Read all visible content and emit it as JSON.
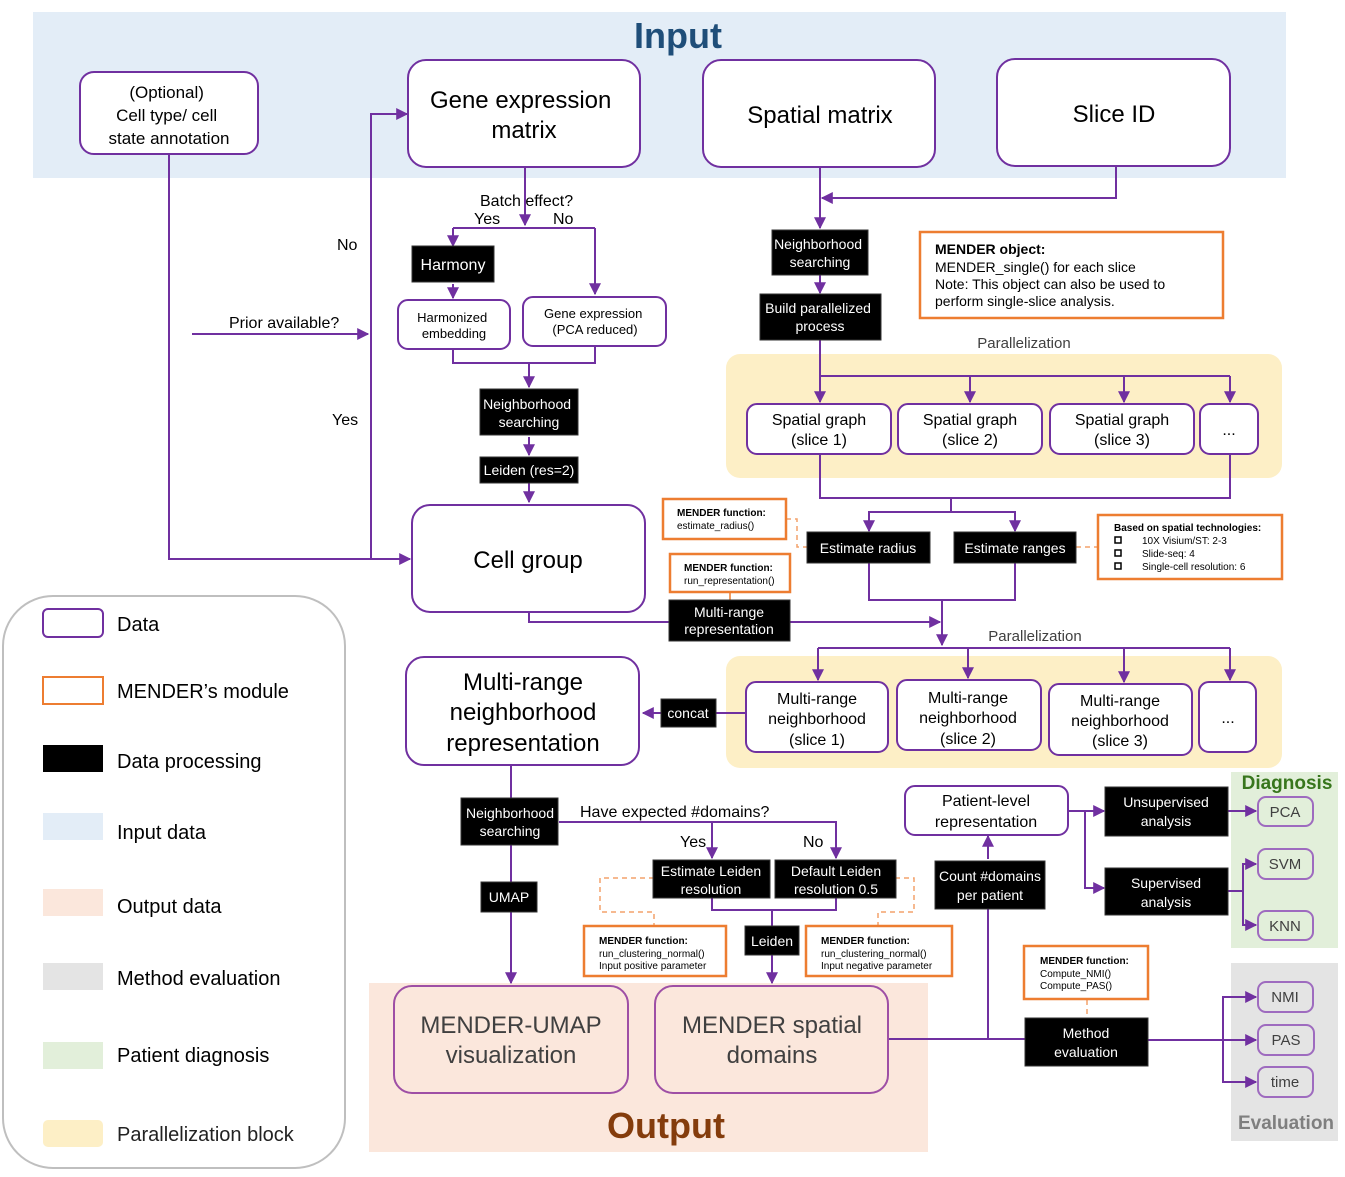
{
  "regions": {
    "input": {
      "title": "Input",
      "color": "#e3edf7",
      "title_color": "#1f4e79"
    },
    "output": {
      "title": "Output",
      "color": "#fbe7dc",
      "title_color": "#843c0c"
    },
    "diagnosis": {
      "title": "Diagnosis",
      "color": "#e2efda",
      "title_color": "#38761d"
    },
    "evaluation": {
      "title": "Evaluation",
      "color": "#e4e4e4",
      "title_color": "#7f7f7f"
    },
    "parallel_1": {
      "label": "Parallelization",
      "color": "#fdefc6"
    },
    "parallel_2": {
      "label": "Parallelization",
      "color": "#fdefc6"
    }
  },
  "inputs": {
    "annotation": [
      "(Optional)",
      "Cell type/ cell",
      "state annotation"
    ],
    "gene_expression": [
      "Gene expression",
      "matrix"
    ],
    "spatial_matrix": "Spatial matrix",
    "slice_id": "Slice ID"
  },
  "decisions": {
    "prior_available": "Prior available?",
    "prior_no": "No",
    "prior_yes": "Yes",
    "batch_effect": "Batch effect?",
    "batch_yes": "Yes",
    "batch_no": "No",
    "expected_domains": "Have expected #domains?",
    "domains_yes": "Yes",
    "domains_no": "No"
  },
  "nodes": {
    "harmony": "Harmony",
    "harmonized_embedding": [
      "Harmonized",
      "embedding"
    ],
    "gene_expression_pca": [
      "Gene expression",
      "(PCA reduced)"
    ],
    "neighborhood_searching_1": [
      "Neighborhood",
      "searching"
    ],
    "leiden_res2": "Leiden (res=2)",
    "cell_group": "Cell group",
    "neighborhood_searching_2": [
      "Neighborhood",
      "searching"
    ],
    "build_parallelized": [
      "Build parallelized",
      "process"
    ],
    "spatial_graphs": [
      [
        "Spatial graph",
        "(slice 1)"
      ],
      [
        "Spatial graph",
        "(slice 2)"
      ],
      [
        "Spatial graph",
        "(slice 3)"
      ],
      [
        "..."
      ]
    ],
    "estimate_radius": "Estimate radius",
    "estimate_ranges": "Estimate ranges",
    "multi_range_representation": [
      "Multi-range",
      "representation"
    ],
    "multi_range_slices": [
      [
        "Multi-range",
        "neighborhood",
        "(slice 1)"
      ],
      [
        "Multi-range",
        "neighborhood",
        "(slice 2)"
      ],
      [
        "Multi-range",
        "neighborhood",
        "(slice 3)"
      ],
      [
        "..."
      ]
    ],
    "concat": "concat",
    "multi_range_nbhd_rep": [
      "Multi-range",
      "neighborhood",
      "representation"
    ],
    "neighborhood_searching_3": [
      "Neighborhood",
      "searching"
    ],
    "umap": "UMAP",
    "estimate_leiden": [
      "Estimate  Leiden",
      "resolution"
    ],
    "default_leiden": [
      "Default  Leiden",
      "resolution 0.5"
    ],
    "leiden": "Leiden",
    "mender_umap": [
      "MENDER-UMAP",
      "visualization"
    ],
    "mender_domains": [
      "MENDER spatial",
      "domains"
    ],
    "patient_level": [
      "Patient-level",
      "representation"
    ],
    "count_domains": [
      "Count #domains",
      "per patient"
    ],
    "unsupervised": [
      "Unsupervised",
      "analysis"
    ],
    "supervised": [
      "Supervised",
      "analysis"
    ],
    "method_evaluation": [
      "Method",
      "evaluation"
    ],
    "pca": "PCA",
    "svm": "SVM",
    "knn": "KNN",
    "nmi": "NMI",
    "pas": "PAS",
    "time": "time"
  },
  "modules": {
    "mender_object": {
      "title": "MENDER object:",
      "lines": [
        "MENDER_single() for each slice",
        "Note: This object can also be used to",
        "perform single-slice analysis."
      ]
    },
    "estimate_radius_fn": {
      "title": "MENDER function:",
      "lines": [
        "estimate_radius()"
      ]
    },
    "run_representation_fn": {
      "title": "MENDER function:",
      "lines": [
        "run_representation()"
      ]
    },
    "spatial_tech": {
      "title": "Based on spatial technologies:",
      "items": [
        "10X Visium/ST: 2-3",
        "Slide-seq: 4",
        "Single-cell resolution: 6"
      ]
    },
    "clustering_positive": {
      "title": "MENDER function:",
      "lines": [
        "run_clustering_normal()",
        "Input positive parameter"
      ]
    },
    "clustering_negative": {
      "title": "MENDER function:",
      "lines": [
        "run_clustering_normal()",
        "Input negative parameter"
      ]
    },
    "compute_metrics": {
      "title": "MENDER function:",
      "lines": [
        "Compute_NMI()",
        "Compute_PAS()"
      ]
    }
  },
  "legend": {
    "items": [
      {
        "label": "Data",
        "kind": "data"
      },
      {
        "label": "MENDER’s module",
        "kind": "module"
      },
      {
        "label": "Data processing",
        "kind": "processing"
      },
      {
        "label": "Input data",
        "kind": "fill",
        "color": "#e3edf7"
      },
      {
        "label": "Output data",
        "kind": "fill",
        "color": "#fbe7dc"
      },
      {
        "label": "Method evaluation",
        "kind": "fill",
        "color": "#e4e4e4"
      },
      {
        "label": "Patient diagnosis",
        "kind": "fill",
        "color": "#e2efda"
      },
      {
        "label": "Parallelization block",
        "kind": "fill",
        "color": "#fdefc6"
      }
    ]
  },
  "colors": {
    "edge": "#7030a0",
    "module_border": "#ed7d31",
    "processing": "#000000"
  }
}
